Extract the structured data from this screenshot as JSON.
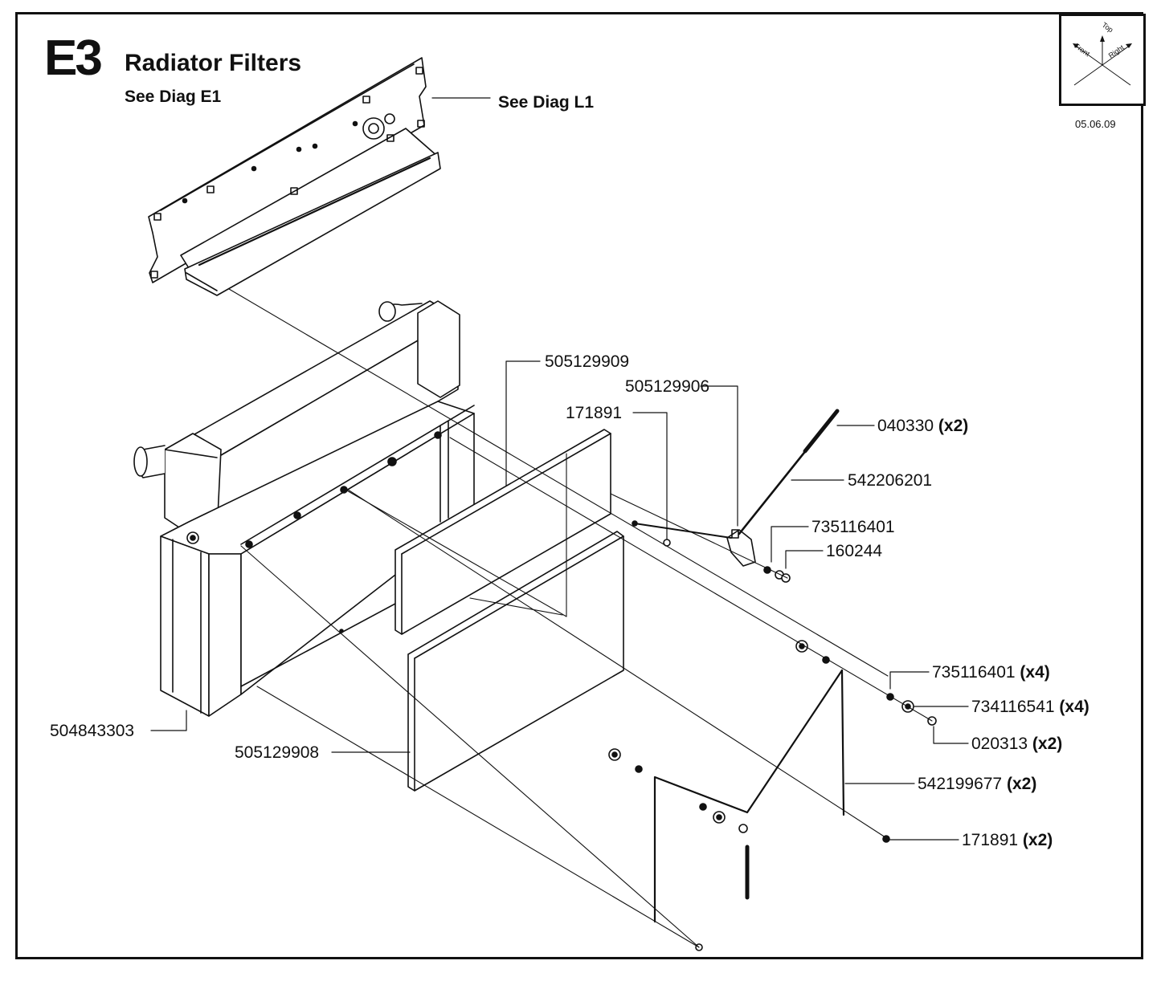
{
  "header": {
    "code": "E3",
    "title": "Radiator Filters"
  },
  "refs": {
    "left": "See Diag E1",
    "right": "See Diag L1"
  },
  "orientation": {
    "top": "Top",
    "front": "Front",
    "right": "Right"
  },
  "date": "05.06.09",
  "callouts": [
    {
      "part": "505129909",
      "qty": ""
    },
    {
      "part": "505129906",
      "qty": ""
    },
    {
      "part": "171891",
      "qty": ""
    },
    {
      "part": "040330",
      "qty": "(x2)"
    },
    {
      "part": "542206201",
      "qty": ""
    },
    {
      "part": "735116401",
      "qty": ""
    },
    {
      "part": "160244",
      "qty": ""
    },
    {
      "part": "735116401",
      "qty": "(x4)"
    },
    {
      "part": "734116541",
      "qty": "(x4)"
    },
    {
      "part": "020313",
      "qty": "(x2)"
    },
    {
      "part": "542199677",
      "qty": "(x2)"
    },
    {
      "part": "171891",
      "qty": "(x2)"
    },
    {
      "part": "504843303",
      "qty": ""
    },
    {
      "part": "505129908",
      "qty": ""
    }
  ]
}
